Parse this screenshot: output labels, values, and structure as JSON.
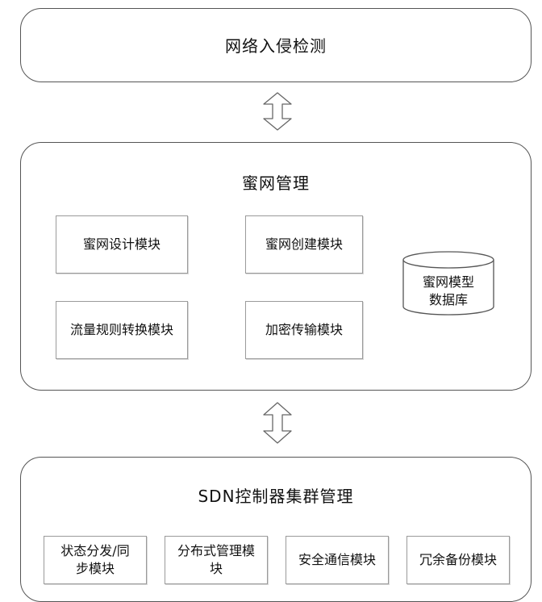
{
  "top_panel": {
    "title": "网络入侵检测"
  },
  "middle_panel": {
    "title": "蜜网管理",
    "modules": [
      {
        "label": "蜜网设计模块"
      },
      {
        "label": "蜜网创建模块"
      },
      {
        "label": "流量规则转换模块"
      },
      {
        "label": "加密传输模块"
      }
    ],
    "database": {
      "line1": "蜜网模型",
      "line2": "数据库"
    }
  },
  "bottom_panel": {
    "title": "SDN控制器集群管理",
    "modules": [
      {
        "line1": "状态分发/同",
        "line2": "步模块"
      },
      {
        "line1": "分布式管理模",
        "line2": "块"
      },
      {
        "line1": "安全通信模块",
        "line2": ""
      },
      {
        "line1": "冗余备份模块",
        "line2": ""
      }
    ]
  },
  "watermark": "",
  "colors": {
    "border": "#555555",
    "module_border": "#9a9a9a",
    "arrow_fill": "#ffffff",
    "arrow_stroke": "#666666"
  }
}
